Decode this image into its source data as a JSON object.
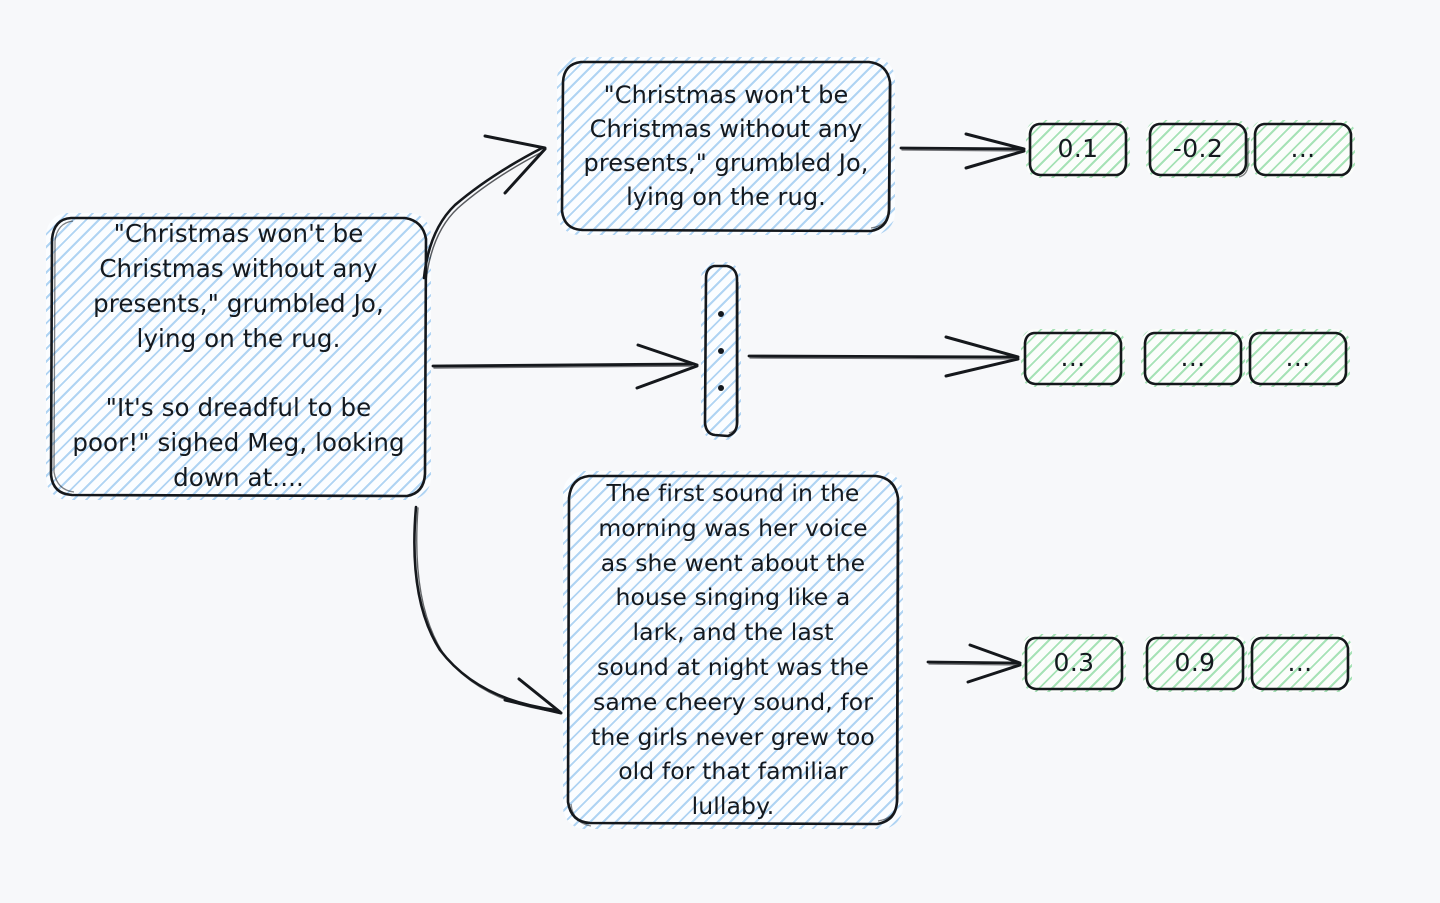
{
  "diagram": {
    "title": "Document chunking and embedding pipeline",
    "background_color": "#f7f8fa",
    "chunk_fill_color": "#81baec",
    "vector_fill_color": "#7dd696",
    "stroke_color": "#15181c"
  },
  "source": {
    "name": "source-document",
    "text": "\"Christmas won't be\nChristmas without any\npresents,\" grumbled Jo,\nlying on the rug.\n\n\"It's so dreadful to be\npoor!\" sighed Meg, looking\ndown at...."
  },
  "chunks": [
    {
      "name": "chunk-top",
      "text": "\"Christmas won't be\nChristmas without any\npresents,\" grumbled Jo,\nlying on the rug."
    },
    {
      "name": "chunk-middle-ellipsis",
      "text": "⋮"
    },
    {
      "name": "chunk-bottom",
      "text": "The first sound in the\nmorning was her voice\nas she went about the\nhouse singing like a\nlark, and the last\nsound at night was the\nsame cheery sound, for\nthe girls never grew too\nold for that familiar\nlullaby."
    }
  ],
  "vectors": [
    {
      "name": "vector-row-top",
      "values": [
        "0.1",
        "-0.2",
        "..."
      ]
    },
    {
      "name": "vector-row-middle",
      "values": [
        "...",
        "...",
        "..."
      ]
    },
    {
      "name": "vector-row-bottom",
      "values": [
        "0.3",
        "0.9",
        "..."
      ]
    }
  ]
}
